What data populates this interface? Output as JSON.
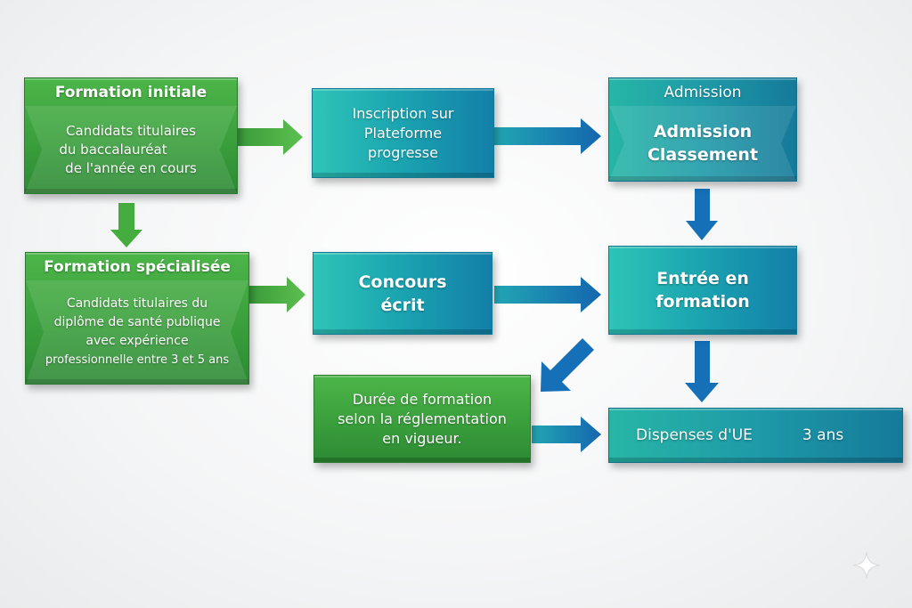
{
  "boxes": {
    "formation_initiale": {
      "title": "Formation initiale",
      "lines": [
        "Candidats titulaires",
        "du baccalauréat",
        "de l'année en cours"
      ]
    },
    "formation_specialisee": {
      "title": "Formation spécialisée",
      "lines": [
        "Candidats titulaires du",
        "diplôme de santé publique",
        "avec expérience",
        "professionnelle entre 3 et 5 ans"
      ]
    },
    "inscription": {
      "lines": [
        "Inscription sur",
        "Plateforme",
        "progresse"
      ]
    },
    "concours": {
      "lines": [
        "Concours",
        "écrit"
      ]
    },
    "admission": {
      "title": "Admission",
      "lines": [
        "Admission",
        "Classement"
      ]
    },
    "entree": {
      "lines": [
        "Entrée en",
        "formation"
      ]
    },
    "duree": {
      "lines": [
        "Durée de formation",
        "selon la réglementation",
        "en vigueur."
      ]
    },
    "dispenses": {
      "label": "Dispenses d'UE",
      "duration": "3 ans"
    }
  },
  "colors": {
    "green": "#3a9f3c",
    "teal": "#1aa3b0",
    "arrow_blue": "#1570b8",
    "arrow_green": "#45ad3f"
  }
}
